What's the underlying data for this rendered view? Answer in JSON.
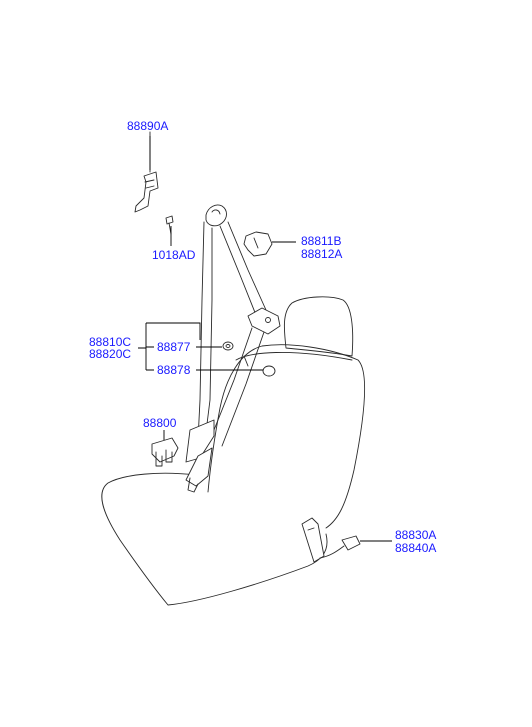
{
  "part_labels": {
    "retractor_upper": "88890A",
    "bolt": "1018AD",
    "cover_right": "88811B",
    "cover_left": "88812A",
    "assy_front_right": "88810C",
    "assy_front_left": "88820C",
    "washer": "88877",
    "button": "88878",
    "retractor_lower": "88800",
    "buckle_right": "88830A",
    "buckle_left": "88840A"
  }
}
